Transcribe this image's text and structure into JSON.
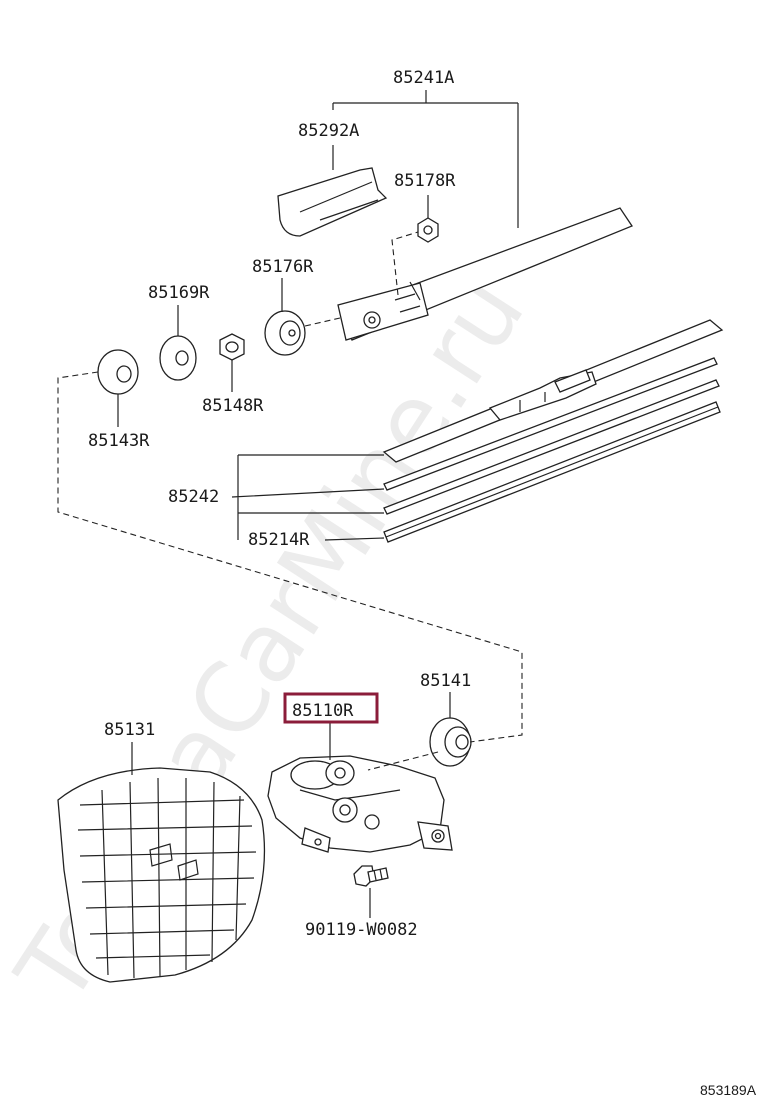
{
  "watermark": "ToyotaCarMine.ru",
  "reference_code": "853189A",
  "highlight_color": "#8b1c3a",
  "parts": {
    "p85241A": "85241A",
    "p85292A": "85292A",
    "p85178R": "85178R",
    "p85176R": "85176R",
    "p85169R": "85169R",
    "p85148R": "85148R",
    "p85143R": "85143R",
    "p85242": "85242",
    "p85214R": "85214R",
    "p85141": "85141",
    "p85110R": "85110R",
    "p85131": "85131",
    "p90119": "90119-W0082"
  }
}
